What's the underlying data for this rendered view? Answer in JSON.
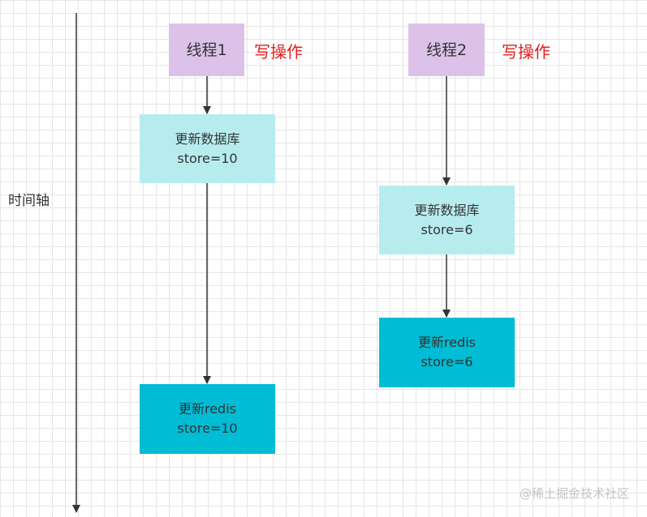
{
  "axis": {
    "label": "时间轴"
  },
  "threads": [
    {
      "name": "线程1",
      "op": "写操作",
      "db_update": {
        "title": "更新数据库",
        "value": "store=10"
      },
      "redis_update": {
        "title": "更新redis",
        "value": "store=10"
      }
    },
    {
      "name": "线程2",
      "op": "写操作",
      "db_update": {
        "title": "更新数据库",
        "value": "store=6"
      },
      "redis_update": {
        "title": "更新redis",
        "value": "store=6"
      }
    }
  ],
  "watermark": "@稀土掘金技术社区",
  "colors": {
    "thread_box": "#dcc2e8",
    "db_box": "#b7ecef",
    "redis_box": "#00bcd4",
    "op_label": "#e02020"
  }
}
